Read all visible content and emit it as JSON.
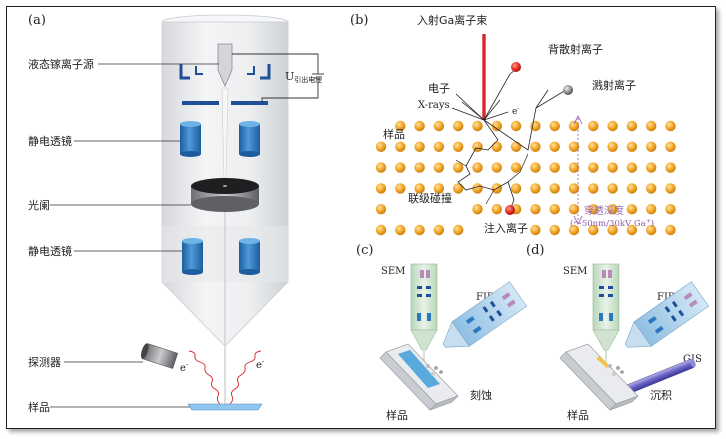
{
  "colors": {
    "column_light": "#e9eaec",
    "column_mid": "#d3d5d9",
    "lens_blue": "#2a78c0",
    "electrode_blue": "#1f4e9a",
    "ion_beam_red": "#d8262a",
    "atom_orange": "#f3a526",
    "atom_shadow": "#c47a10",
    "penetration_purple": "#9b6fb8",
    "sample_blue": "#8ec6ef",
    "fib_column_blue": "#a9cfe9"
  },
  "panel_a": {
    "label": "(a)",
    "labels": {
      "ion_source": "液态镓离子源",
      "extraction_voltage_symbol": "U",
      "extraction_voltage_sub": "引出电压",
      "lens_upper": "静电透镜",
      "aperture": "光阑",
      "lens_lower": "静电透镜",
      "detector": "探测器",
      "sample": "样品",
      "electron_left": "e",
      "electron_right": "e",
      "electron_sup": "-"
    }
  },
  "panel_b": {
    "label": "(b)",
    "labels": {
      "incident_beam": "入射Ga离子束",
      "backscattered_ion": "背散射离子",
      "sputtered_ion": "溅射离子",
      "electron": "电子",
      "xrays": "X-rays",
      "electron_small": "e",
      "electron_small_sup": "-",
      "sample": "样品",
      "cascade": "联级碰撞",
      "implanted_ion": "注入离子",
      "penetration_depth": "穿透深度",
      "penetration_value": "(～50nm/30kV Ga",
      "penetration_sup": "+",
      "penetration_close": ")"
    }
  },
  "panel_c": {
    "label": "(c)",
    "labels": {
      "sem": "SEM",
      "fib": "FIB",
      "sample": "样品",
      "process": "刻蚀"
    }
  },
  "panel_d": {
    "label": "(d)",
    "labels": {
      "sem": "SEM",
      "fib": "FIB",
      "gis": "GIS",
      "sample": "样品",
      "process": "沉积"
    }
  }
}
